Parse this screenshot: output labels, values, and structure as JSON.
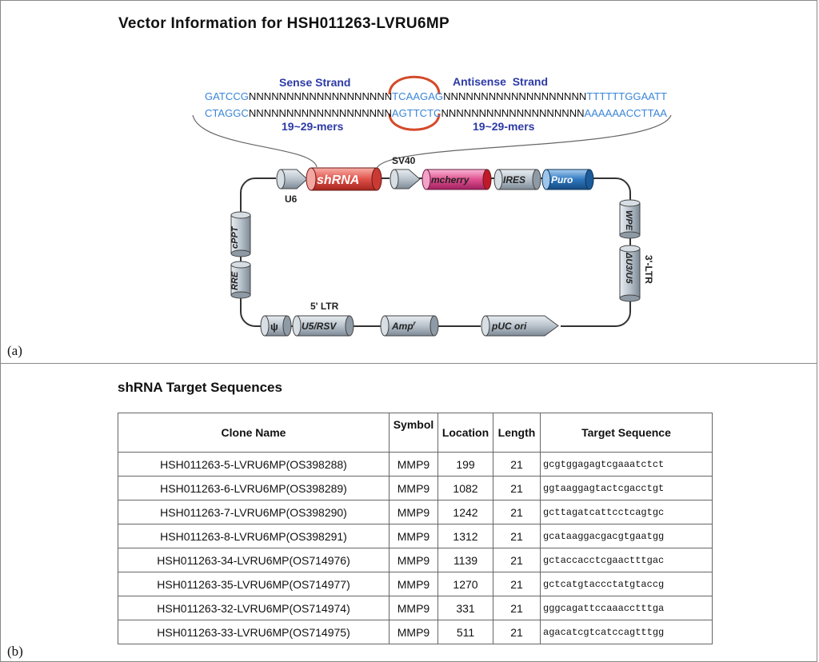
{
  "panel_a": {
    "label": "(a)",
    "title": "Vector Information for HSH011263-LVRU6MP",
    "sense_strand": "Sense Strand",
    "antisense_strand": "Antisense  Strand",
    "seq_top": {
      "left": "GATCCG",
      "n_left": "NNNNNNNNNNNNNNNNNNN",
      "loop": "TCAAGAG",
      "n_right": "NNNNNNNNNNNNNNNNNNN",
      "right": "TTTTTTGGAATT"
    },
    "seq_bottom": {
      "left": "CTAGGC",
      "n_left": "NNNNNNNNNNNNNNNNNNN",
      "loop": "AGTTCTC",
      "n_right": "NNNNNNNNNNNNNNNNNNN",
      "right": "AAAAAACCTTAA"
    },
    "mers_left": "19~29-mers",
    "mers_right": "19~29-mers",
    "elements": {
      "u6": "U6",
      "shrna": "shRNA",
      "sv40": "SV40",
      "mcherry": "mcherry",
      "ires": "IRES",
      "puro": "Puro",
      "wpe": "WPE",
      "du3u5": "ΔU3/U5",
      "ltr3": "3'-LTR",
      "cppt": "cPPT",
      "rre": "RRE",
      "psi": "ψ",
      "u5rsv": "U5/RSV",
      "ltr5": "5' LTR",
      "amp": "Amp",
      "amp_sup": "r",
      "puc": "pUC ori"
    },
    "colors": {
      "blue_text": "#3a86d6",
      "strand_label": "#2d3aa6",
      "loop_arc": "#d44a2a",
      "shrna": "#e0524a",
      "mcherry": "#e0508f",
      "puro": "#2f78c0",
      "grey_element": "#b9c3cc"
    }
  },
  "panel_b": {
    "label": "(b)",
    "title": "shRNA Target Sequences",
    "headers": [
      "Clone Name",
      "Symbol",
      "Location",
      "Length",
      "Target Sequence"
    ],
    "rows": [
      [
        "HSH011263-5-LVRU6MP(OS398288)",
        "MMP9",
        "199",
        "21",
        "gcgtggagagtcgaaatctct"
      ],
      [
        "HSH011263-6-LVRU6MP(OS398289)",
        "MMP9",
        "1082",
        "21",
        "ggtaaggagtactcgacctgt"
      ],
      [
        "HSH011263-7-LVRU6MP(OS398290)",
        "MMP9",
        "1242",
        "21",
        "gcttagatcattcctcagtgc"
      ],
      [
        "HSH011263-8-LVRU6MP(OS398291)",
        "MMP9",
        "1312",
        "21",
        "gcataaggacgacgtgaatgg"
      ],
      [
        "HSH011263-34-LVRU6MP(OS714976)",
        "MMP9",
        "1139",
        "21",
        "gctaccacctcgaactttgac"
      ],
      [
        "HSH011263-35-LVRU6MP(OS714977)",
        "MMP9",
        "1270",
        "21",
        "gctcatgtaccctatgtaccg"
      ],
      [
        "HSH011263-32-LVRU6MP(OS714974)",
        "MMP9",
        "331",
        "21",
        "gggcagattccaaacctttga"
      ],
      [
        "HSH011263-33-LVRU6MP(OS714975)",
        "MMP9",
        "511",
        "21",
        "agacatcgtcatccagtttgg"
      ]
    ]
  }
}
